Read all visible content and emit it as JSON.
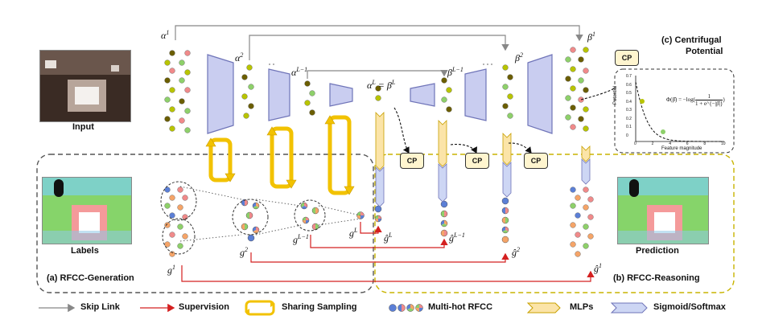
{
  "panels": {
    "input_label": "Input",
    "labels_label": "Labels",
    "prediction_label": "Prediction",
    "generation_title": "(a) RFCC-Generation",
    "reasoning_title": "(b) RFCC-Reasoning",
    "centrifugal_title_line1": "(c)  Centrifugal",
    "centrifugal_title_line2": "Potential"
  },
  "encoder_labels": [
    "α¹",
    "α²",
    "α^{L−1}"
  ],
  "encoder_label_display": {
    "a1": "α",
    "a1_sup": "1",
    "a2": "α",
    "a2_sup": "2",
    "aL1": "α",
    "aL1_sup": "L−1",
    "bottleneck": "α",
    "bottleneck_sup": "L",
    "bottleneck_eq": " = β",
    "bottleneck_eq_sup": "L"
  },
  "decoder_label_display": {
    "b1": "β",
    "b1_sup": "1",
    "b2": "β",
    "b2_sup": "2",
    "bL1": "β",
    "bL1_sup": "L−1"
  },
  "g_labels": {
    "g1": "g",
    "g1_sup": "1",
    "g2": "g",
    "g2_sup": "2",
    "gL1": "g",
    "gL1_sup": "L−1",
    "gL": "g",
    "gL_sup": "L"
  },
  "ghat_labels": {
    "gL": "ĝ",
    "gL_sup": "L",
    "gL1": "ĝ",
    "gL1_sup": "L−1",
    "g2": "ĝ",
    "g2_sup": "2",
    "g1": "ĝ",
    "g1_sup": "1"
  },
  "cp_label": "CP",
  "potential_plot": {
    "formula_lhs": "Φ(β̂) = −log(",
    "formula_num": "1",
    "formula_den": "1 + e^{−|β̂|}",
    "formula_rhs": ")",
    "ylabel": "Potential",
    "xlabel": "Feature magnitude",
    "yticks": [
      "0.7",
      "0.6",
      "0.5",
      "0.4",
      "0.3",
      "0.2",
      "0.1",
      "0"
    ],
    "xticks": [
      "0",
      "2",
      "4",
      "6",
      "8",
      "10"
    ]
  },
  "legend": {
    "skip_link": "Skip Link",
    "supervision": "Supervision",
    "sharing_sampling": "Sharing Sampling",
    "multi_hot": "Multi-hot RFCC",
    "mlps": "MLPs",
    "sigmoid": "Sigmoid/Softmax"
  },
  "colors": {
    "trapezoid_fill": "#c9cdf0",
    "trapezoid_stroke": "#6f74b8",
    "skip_link": "#888888",
    "supervision": "#d42020",
    "sharing_sampling": "#f2c200",
    "mlp_fill": "#fbe4a8",
    "sigmoid_fill": "#cdd6f4",
    "generation_border": "#555555",
    "reasoning_border": "#c8b400",
    "dot_olive": "#6b5e00",
    "dot_yellowgreen": "#b8c400",
    "dot_lightgreen": "#8ed06a",
    "dot_pink": "#f08a8a",
    "dot_orange": "#f5a468",
    "dot_blue": "#5b7fd6"
  }
}
